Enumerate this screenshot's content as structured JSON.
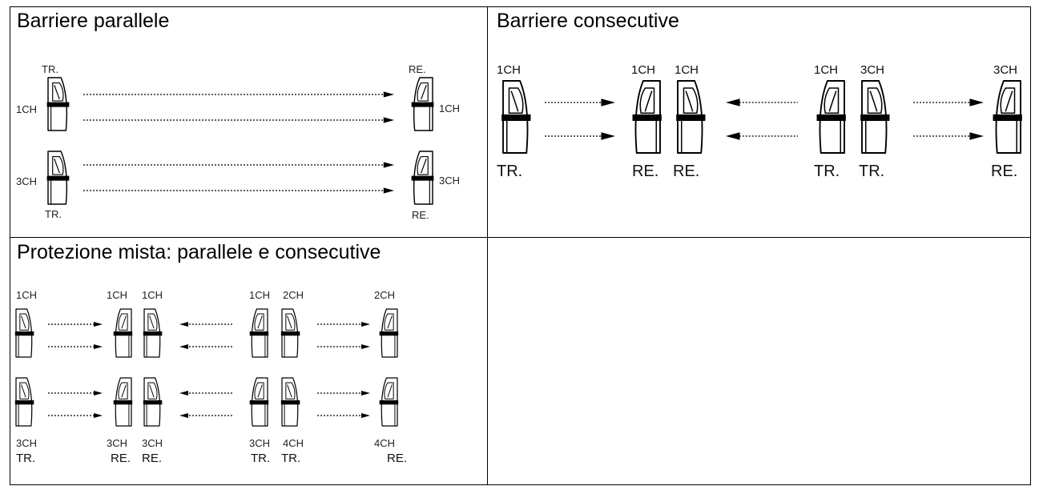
{
  "cells": {
    "parallel": {
      "title": "Barriere parallele",
      "labels": {
        "tr_top": "TR.",
        "re_top": "RE.",
        "ch1_left": "1CH",
        "ch1_right": "1CH",
        "ch3_left": "3CH",
        "ch3_right": "3CH",
        "tr_bottom": "TR.",
        "re_bottom": "RE."
      }
    },
    "consecutive": {
      "title": "Barriere consecutive",
      "top_labels": [
        "1CH",
        "1CH",
        "1CH",
        "1CH",
        "3CH",
        "3CH"
      ],
      "bottom_labels": [
        "TR.",
        "RE.",
        "RE.",
        "TR.",
        "TR.",
        "RE."
      ]
    },
    "mixed": {
      "title": "Protezione mista: parallele e consecutive",
      "top_labels": [
        "1CH",
        "1CH",
        "1CH",
        "1CH",
        "2CH",
        "2CH"
      ],
      "bottom_ch_labels": [
        "3CH",
        "3CH",
        "3CH",
        "3CH",
        "4CH",
        "4CH"
      ],
      "bottom_labels": [
        "TR.",
        "RE.",
        "RE.",
        "TR.",
        "TR.",
        "RE."
      ]
    },
    "empty": {}
  }
}
